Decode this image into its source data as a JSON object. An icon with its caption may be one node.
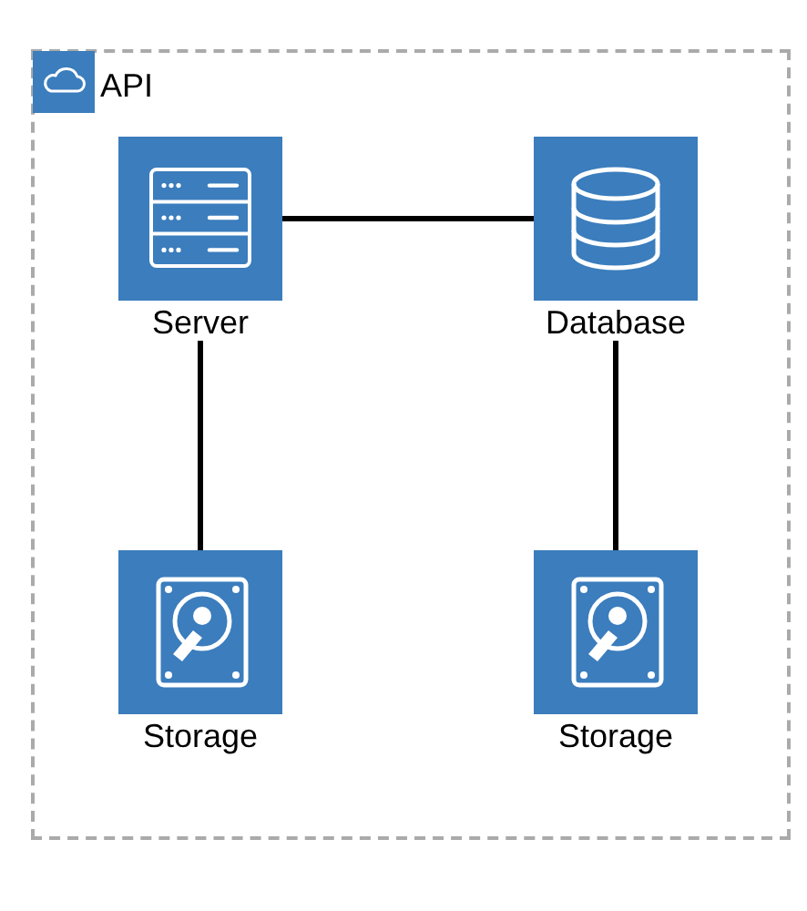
{
  "diagram": {
    "nodes": [
      {
        "text": [
          "API"
        ]
      },
      {
        "text": [
          "Server"
        ],
        "in": 0
      },
      {
        "text": [
          "Database"
        ],
        "in": 0
      },
      {
        "text": [
          "Storage"
        ],
        "in": 0
      },
      {
        "text": [
          "Storage"
        ],
        "in": 0
      }
    ],
    "edges": [
      {
        "from": 1,
        "to": 2,
        "arrow": "none"
      },
      {
        "from": 1,
        "to": 3,
        "arrow": "none"
      },
      {
        "from": 2,
        "to": 4,
        "arrow": "none"
      }
    ]
  }
}
